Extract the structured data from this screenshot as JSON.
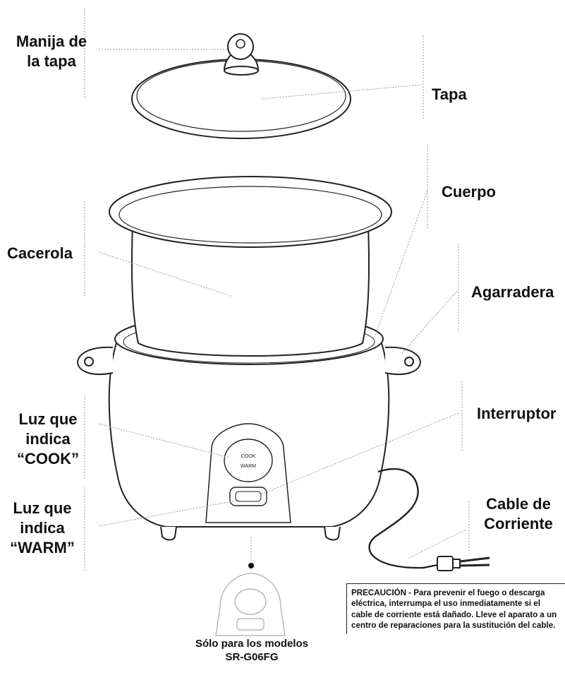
{
  "labels": {
    "lid_handle": [
      "Manija de",
      "la tapa"
    ],
    "lid": "Tapa",
    "body": "Cuerpo",
    "pot": "Cacerola",
    "handle": "Agarradera",
    "switch": "Interruptor",
    "cook_light": [
      "Luz que",
      "indica",
      "“COOK”"
    ],
    "warm_light": [
      "Luz que",
      "indica",
      "“WARM”"
    ],
    "power_cord": [
      "Cable de",
      "Corriente"
    ]
  },
  "control_panel": {
    "cook_text": "COOK",
    "warm_text": "WARM"
  },
  "caption": [
    "Sólo para los modelos",
    "SR-G06FG"
  ],
  "caution_note": "PRECAUCIÓN - Para prevenir el fuego o descarga eléctrica, interrumpa el uso inmediatamente si el cable de corriente está dañado. Lleve el aparato a un centro de reparaciones para la sustitución del cable."
}
